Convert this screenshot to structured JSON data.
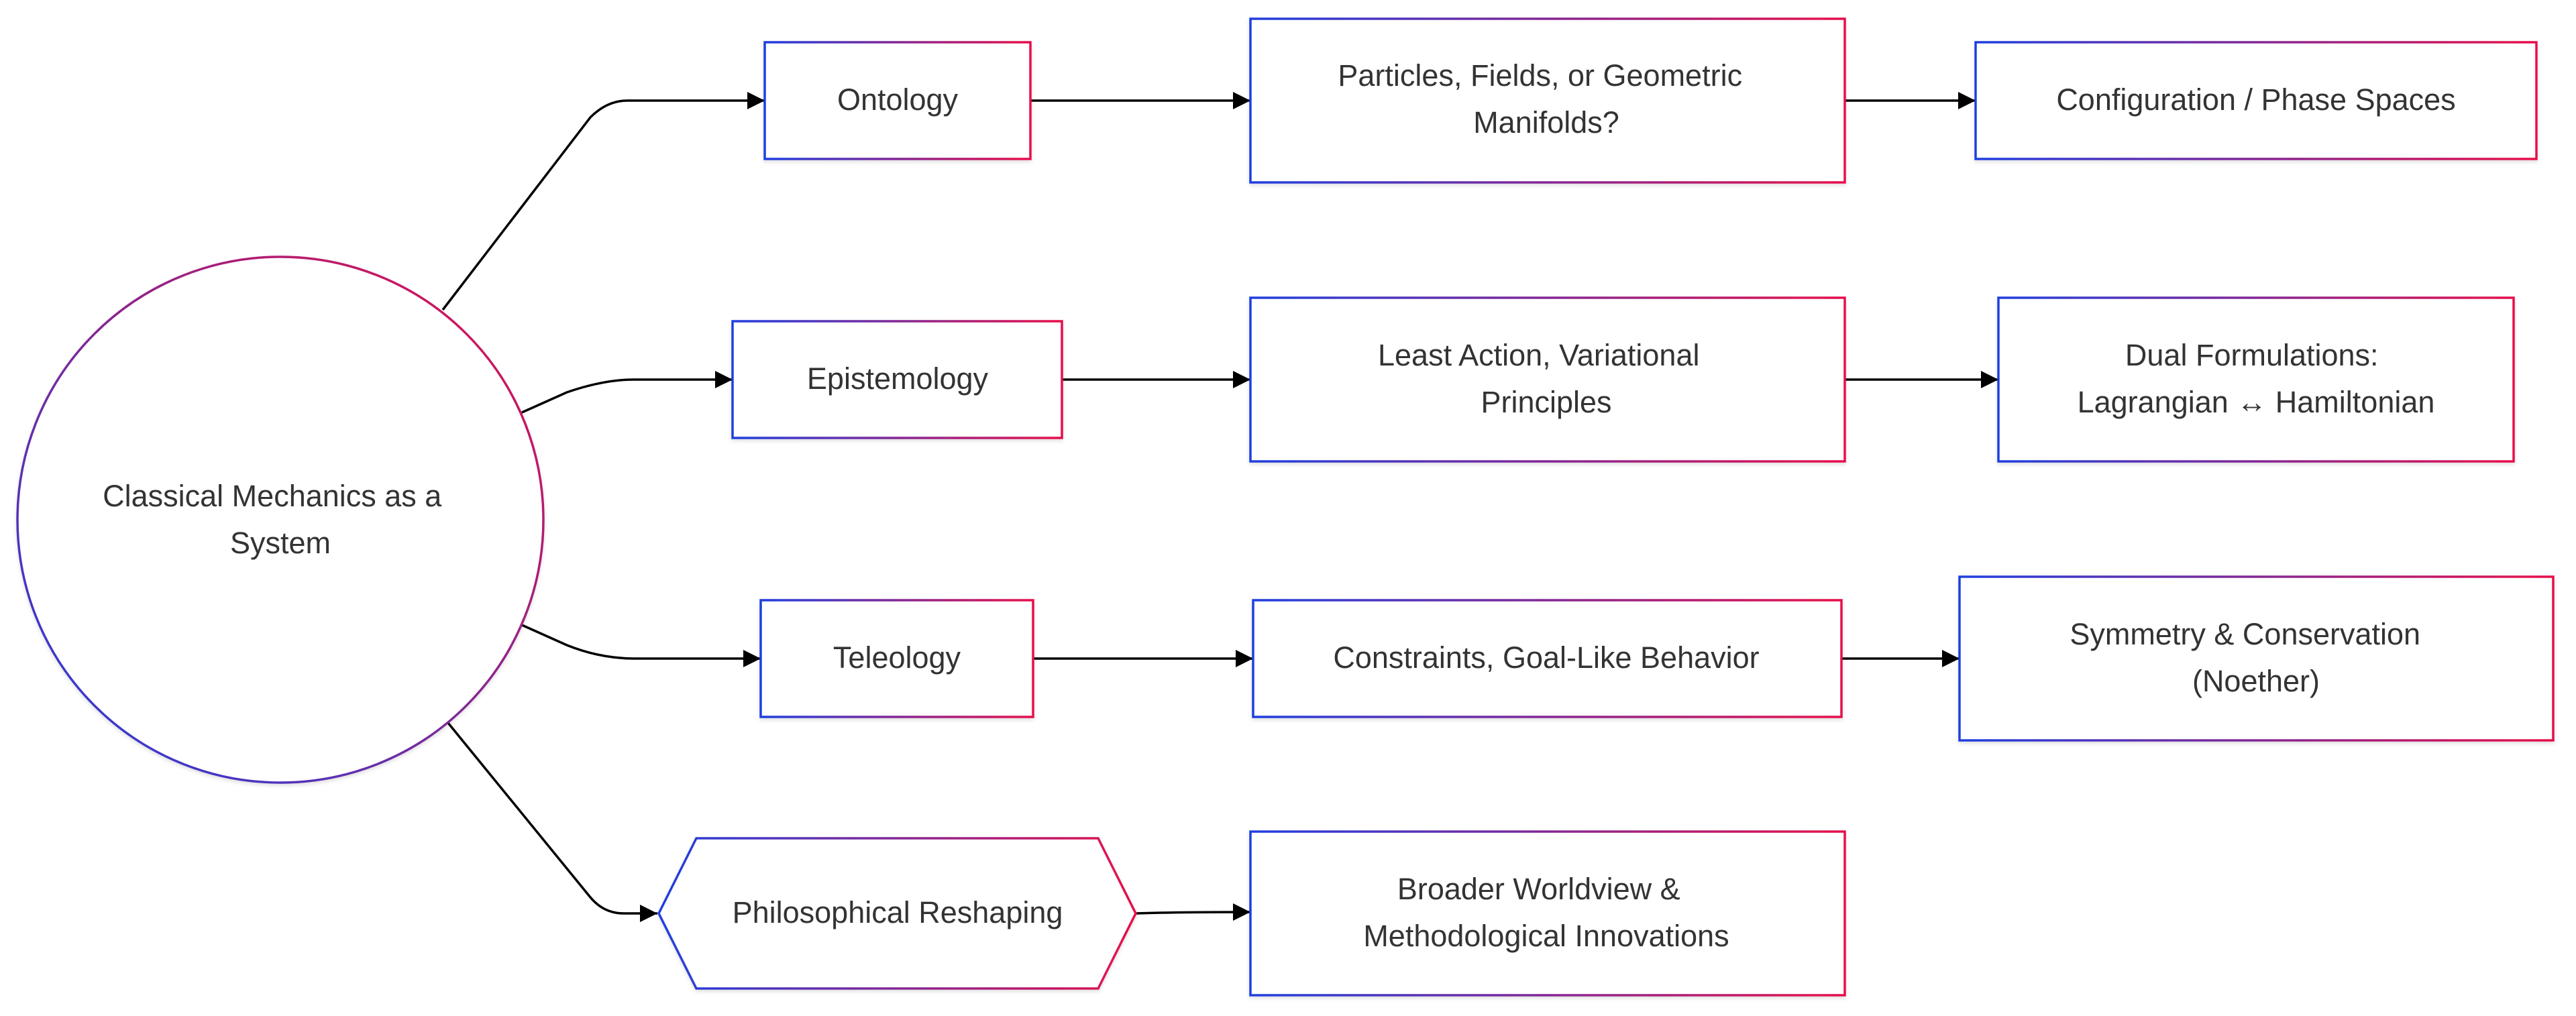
{
  "diagram": {
    "root": {
      "lines": [
        "Classical Mechanics as a",
        "System"
      ]
    },
    "rows": [
      {
        "branch": {
          "lines": [
            "Ontology"
          ]
        },
        "middle": {
          "lines": [
            "Particles, Fields, or Geometric",
            "Manifolds?"
          ]
        },
        "end": {
          "lines": [
            "Configuration / Phase Spaces"
          ]
        }
      },
      {
        "branch": {
          "lines": [
            "Epistemology"
          ]
        },
        "middle": {
          "lines": [
            "Least Action, Variational",
            "Principles"
          ]
        },
        "end": {
          "lines": [
            "Dual Formulations:",
            "Lagrangian ↔ Hamiltonian"
          ]
        }
      },
      {
        "branch": {
          "lines": [
            "Teleology"
          ]
        },
        "middle": {
          "lines": [
            "Constraints, Goal-Like Behavior"
          ]
        },
        "end": {
          "lines": [
            "Symmetry & Conservation",
            "(Noether)"
          ]
        }
      },
      {
        "branch": {
          "lines": [
            "Philosophical Reshaping"
          ]
        },
        "middle": {
          "lines": [
            "Broader Worldview &",
            "Methodological Innovations"
          ]
        }
      }
    ],
    "colors": {
      "gradient_start": "#1f3fe0",
      "gradient_end": "#e8104a",
      "edge": "#000000",
      "text": "#333333",
      "node_fill": "#ffffff"
    }
  }
}
